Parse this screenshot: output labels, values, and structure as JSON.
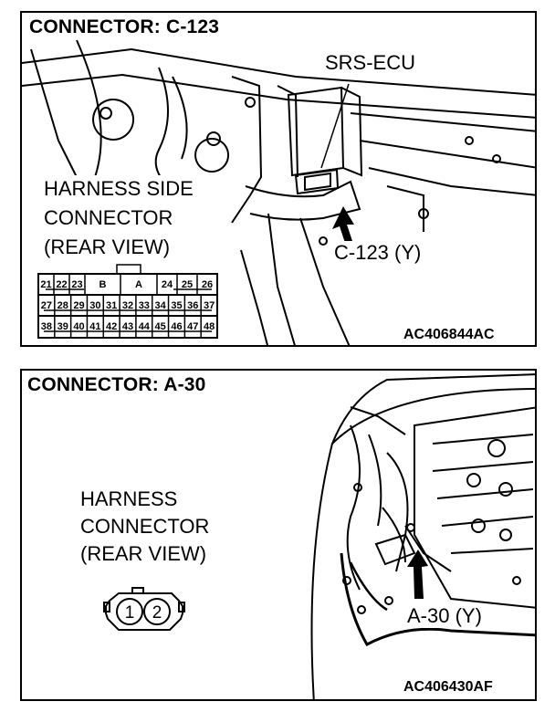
{
  "panel_top": {
    "title": "CONNECTOR: C-123",
    "component_label": "SRS-ECU",
    "view_lines": [
      "HARNESS SIDE",
      "CONNECTOR",
      "(REAR VIEW)"
    ],
    "connector_label": "C-123 (Y)",
    "image_code": "AC406844AC",
    "pin_rows": [
      [
        "21",
        "22",
        "23",
        "B",
        "A",
        "24",
        "25",
        "26"
      ],
      [
        "27",
        "28",
        "29",
        "30",
        "31",
        "32",
        "33",
        "34",
        "35",
        "36",
        "37"
      ],
      [
        "38",
        "39",
        "40",
        "41",
        "42",
        "43",
        "44",
        "45",
        "46",
        "47",
        "48"
      ]
    ]
  },
  "panel_bottom": {
    "title": "CONNECTOR: A-30",
    "view_lines": [
      "HARNESS",
      "CONNECTOR",
      "(REAR VIEW)"
    ],
    "connector_label": "A-30 (Y)",
    "image_code": "AC406430AF",
    "pins": [
      "1",
      "2"
    ]
  }
}
